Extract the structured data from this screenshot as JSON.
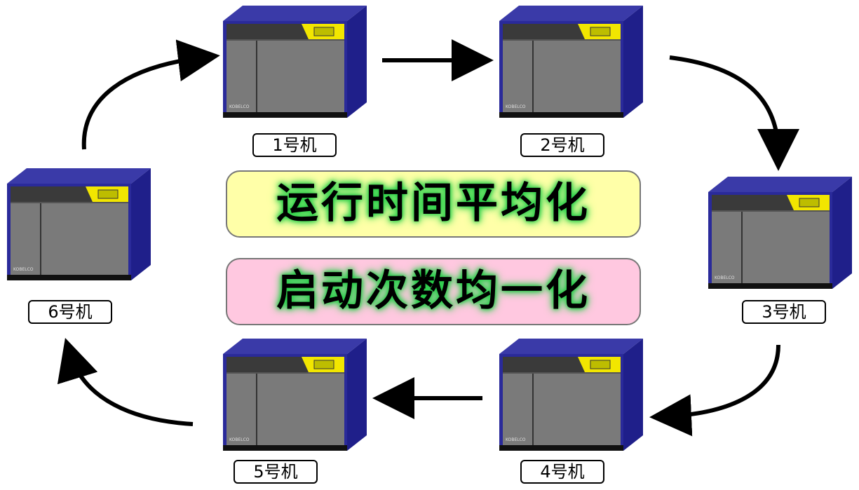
{
  "banners": {
    "runtime": "运行时间平均化",
    "starts": "启动次数均一化"
  },
  "machines": [
    {
      "label": "1号机",
      "brand": "KOBELCO"
    },
    {
      "label": "2号机",
      "brand": "KOBELCO"
    },
    {
      "label": "3号机",
      "brand": "KOBELCO"
    },
    {
      "label": "4号机",
      "brand": "KOBELCO"
    },
    {
      "label": "5号机",
      "brand": "KOBELCO"
    },
    {
      "label": "6号机",
      "brand": "KOBELCO"
    }
  ],
  "colors": {
    "cabinet_front": "#7a7a7a",
    "cabinet_side": "#1f1f8a",
    "cabinet_top": "#3a3aa8",
    "panel_bar": "#3a3a3a",
    "control_panel": "#f2e600",
    "banner_runtime_bg": "#ffffa8",
    "banner_starts_bg": "#ffc8e0",
    "glow": "#22cc44"
  }
}
